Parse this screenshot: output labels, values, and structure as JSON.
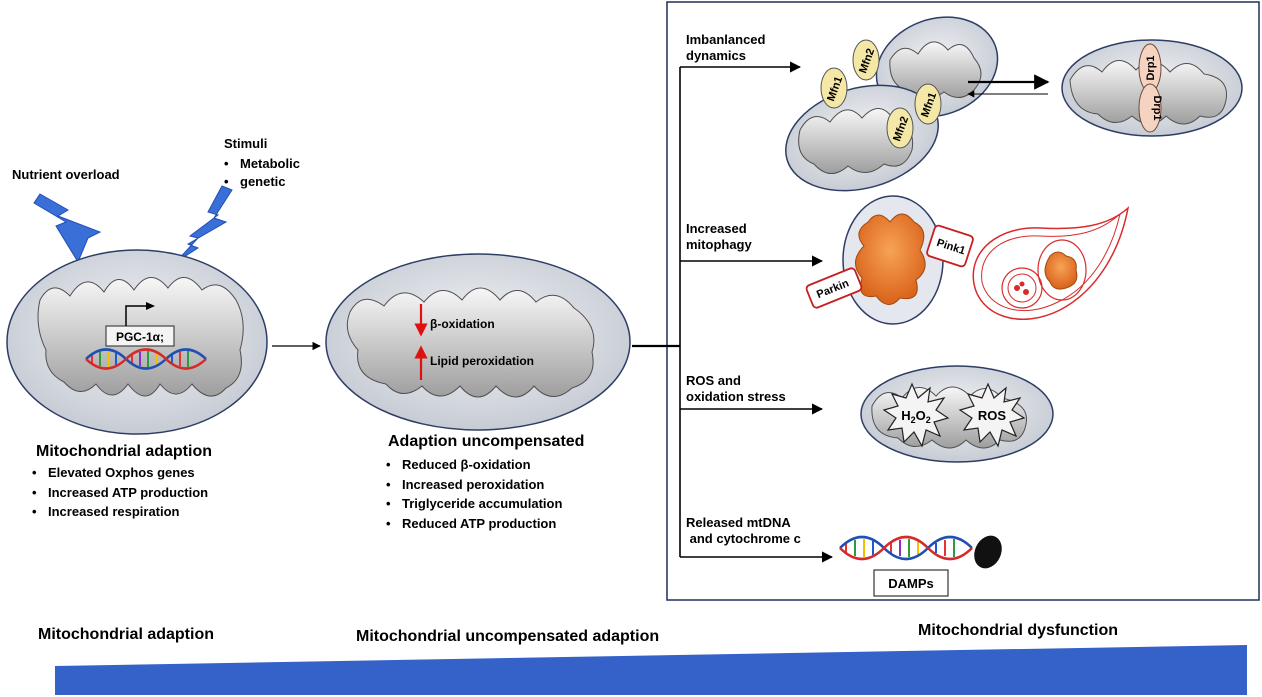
{
  "stimuli": {
    "nutrient": "Nutrient overload",
    "title": "Stimuli",
    "items": [
      "Metabolic",
      "genetic"
    ]
  },
  "mito1": {
    "gene_label": "PGC-1α;"
  },
  "mito2": {
    "beta": "β-oxidation",
    "lipid": "Lipid peroxidation"
  },
  "adaption": {
    "title": "Mitochondrial adaption",
    "items": [
      "Elevated Oxphos genes",
      "Increased ATP production",
      "Increased respiration"
    ]
  },
  "uncompensated": {
    "title": "Adaption uncompensated",
    "items": [
      "Reduced β-oxidation",
      "Increased peroxidation",
      "Triglyceride accumulation",
      "Reduced ATP production"
    ]
  },
  "branches": {
    "dynamics": {
      "line1": "Imbanlanced",
      "line2": "dynamics"
    },
    "mitophagy": {
      "line1": "Increased",
      "line2": "mitophagy"
    },
    "ros": {
      "line1": "ROS and",
      "line2": "oxidation stress"
    },
    "mtdna": {
      "line1": "Released mtDNA",
      "line2": " and cytochrome c"
    }
  },
  "proteins": {
    "mfn1": "Mfn1",
    "mfn2": "Mfn2",
    "drp1": "Drp1",
    "pink1": "Pink1",
    "parkin": "Parkin",
    "h2o2_main": "H",
    "h2o2_sub1": "2",
    "h2o2_o": "O",
    "h2o2_sub2": "2",
    "ros": "ROS",
    "damps": "DAMPs"
  },
  "stages": {
    "adaption": "Mitochondrial adaption",
    "uncompensated": "Mitochondrial uncompensated adaption",
    "dysfunction": "Mitochondrial dysfunction"
  },
  "colors": {
    "lightning": "#3a6fd8",
    "gradient_bar": "#3462c8",
    "red_arrow": "#e01010",
    "mito_fill": "#d9dde4",
    "mito_stroke": "#2e3d66",
    "mfn_fill": "#f5e7a6",
    "drp_fill": "#f6d3c1",
    "mitophagy_orange": "#ea7a24",
    "lysosome_red": "#d92b2b"
  }
}
